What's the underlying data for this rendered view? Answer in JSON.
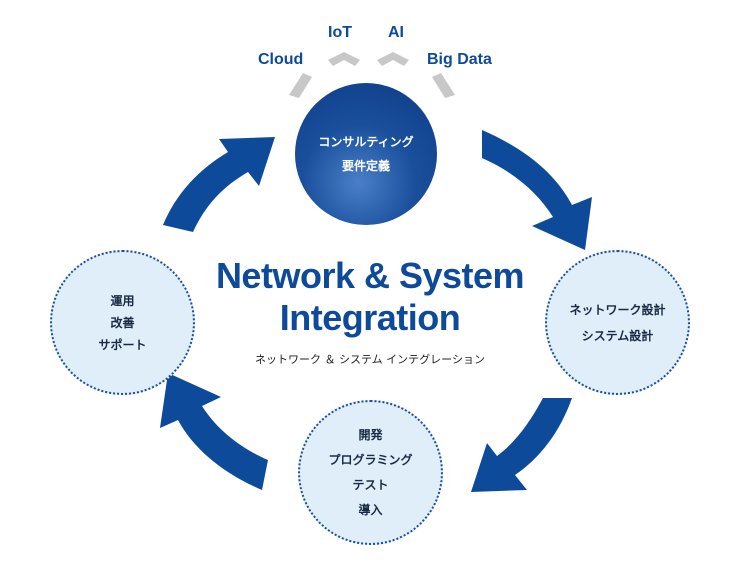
{
  "tech_labels": {
    "cloud": "Cloud",
    "iot": "IoT",
    "ai": "AI",
    "big_data": "Big Data"
  },
  "center": {
    "title_line1": "Network & System",
    "title_line2": "Integration",
    "subtitle": "ネットワーク ＆ システム インテグレーション"
  },
  "nodes": {
    "consulting": {
      "line1": "コンサルティング",
      "line2": "要件定義"
    },
    "design": {
      "line1": "ネットワーク設計",
      "line2": "システム設計"
    },
    "development": {
      "line1": "開発",
      "line2": "プログラミング",
      "line3": "テスト",
      "line4": "導入"
    },
    "operations": {
      "line1": "運用",
      "line2": "改善",
      "line3": "サポート"
    }
  },
  "colors": {
    "primary_blue": "#1a4f9c",
    "light_fill": "#dfeef8",
    "chevron_gray": "#c8c8c8"
  }
}
